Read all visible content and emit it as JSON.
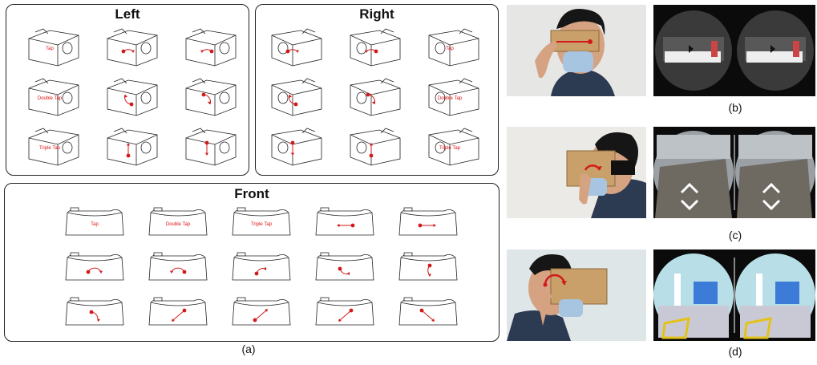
{
  "panels": {
    "left": {
      "title": "Left"
    },
    "right": {
      "title": "Right"
    },
    "front": {
      "title": "Front"
    }
  },
  "gestures": {
    "left": [
      [
        "Tap",
        "arrow-curve-cw",
        "arrow-curve-ccw"
      ],
      [
        "Double Tap",
        "arrow-curve-up",
        "arrow-curve-down"
      ],
      [
        "Triple Tap",
        "arrow-up",
        "arrow-down"
      ]
    ],
    "right": [
      [
        "arrow-curve-cw",
        "arrow-curve-ccw",
        "Tap"
      ],
      [
        "arrow-curve-up",
        "arrow-curve-down",
        "Double Tap"
      ],
      [
        "arrow-down",
        "arrow-up",
        "Triple Tap"
      ]
    ],
    "front": [
      [
        "Tap",
        "Double Tap",
        "Triple Tap",
        "arrow-left",
        "arrow-right"
      ],
      [
        "arc-cw",
        "arc-ccw",
        "arc-up",
        "arc-down",
        "arc-side"
      ],
      [
        "arc-low",
        "diag-up-left",
        "diag-up-right",
        "diag-down-left",
        "diag-down-right"
      ]
    ]
  },
  "captions": {
    "a": "(a)",
    "b": "(b)",
    "c": "(c)",
    "d": "(d)"
  },
  "colors": {
    "gesture_red": "#d11a1a",
    "cardboard": "#c9a06a",
    "vr_dark": "#111111"
  }
}
